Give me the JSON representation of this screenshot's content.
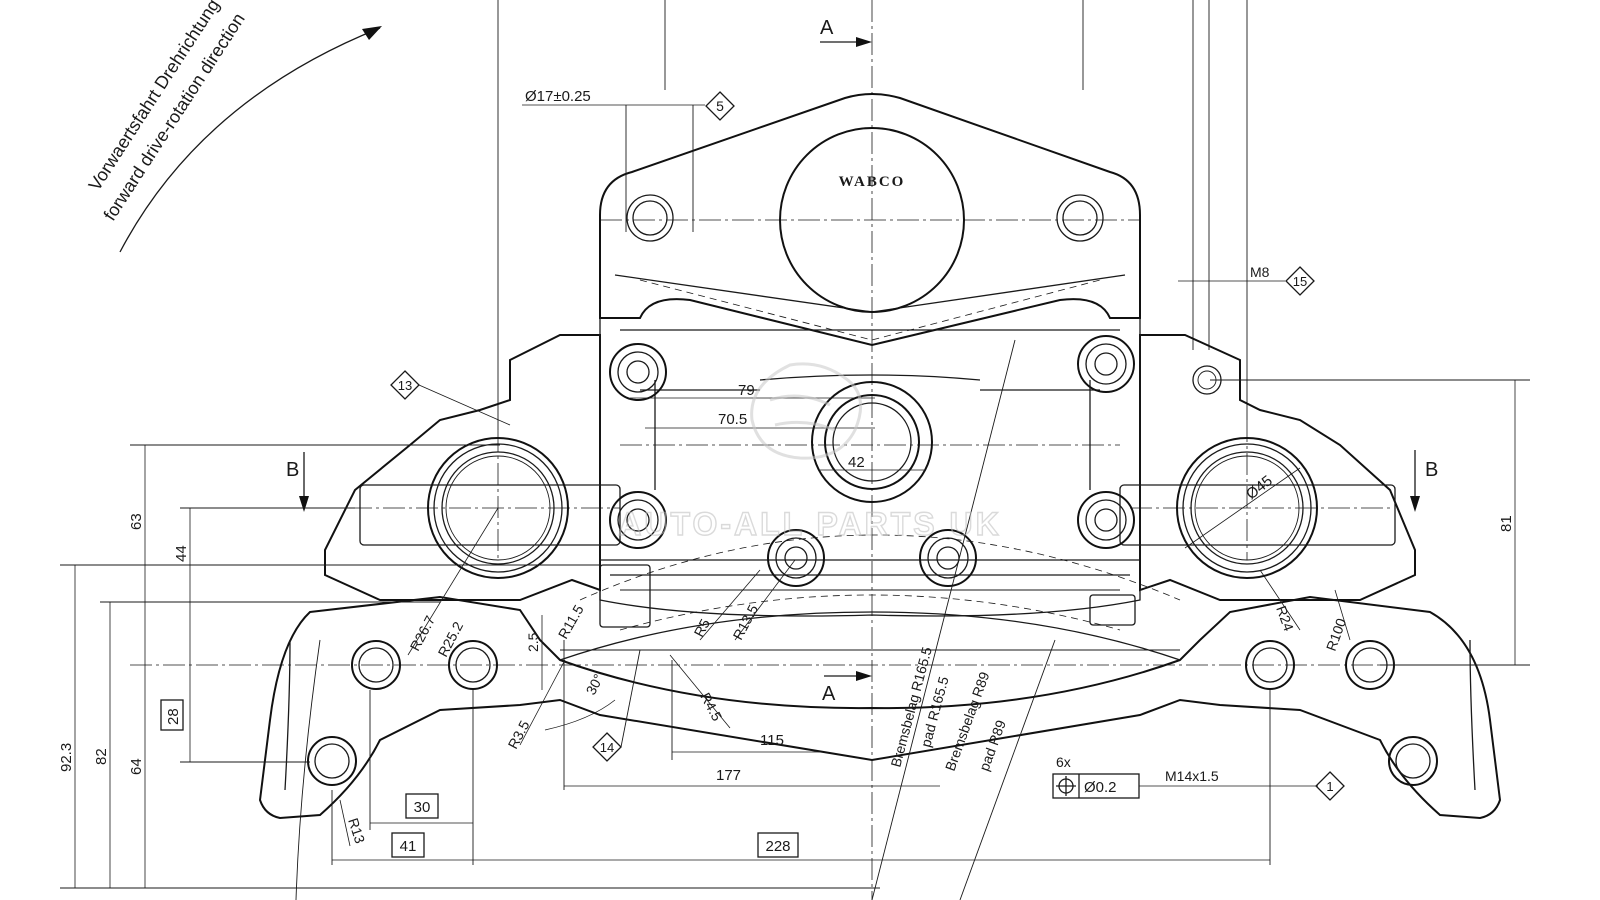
{
  "rotation_note": {
    "line1": "Vorwaertsfahrt Drehrichtung",
    "line2": "forward drive-rotation direction"
  },
  "section_labels": {
    "a_top": "A",
    "a_bottom": "A",
    "b_left": "B",
    "b_right": "B"
  },
  "logo_text": "WABCO",
  "watermark_text": "AUTO-ALL PARTS UK",
  "callouts": {
    "c5": "5",
    "c15": "15",
    "c13": "13",
    "c14": "14",
    "c1": "1"
  },
  "dimensions": {
    "hole_dia": "Ø17±0.25",
    "thread_m8": "M8",
    "d79": "79",
    "d70_5": "70.5",
    "d42": "42",
    "d45": "Ø45",
    "d63": "63",
    "d44": "44",
    "d81": "81",
    "d28": "28",
    "d92_3": "92.3",
    "d82": "82",
    "d64": "64",
    "r26_7": "R26.7",
    "r25_2": "R25.2",
    "r11_5": "R11.5",
    "d2_5": "2.5",
    "a30deg": "30°",
    "r3_5": "R3.5",
    "r4_5": "R4.5",
    "r5": "R5",
    "r13_5": "R13.5",
    "r24": "R24",
    "r100": "R100",
    "r13": "R13",
    "d115": "115",
    "d177": "177",
    "d30": "30",
    "d41": "41",
    "d228": "228",
    "bremsbelag1": "Bremsbelag R165.5",
    "pad1": "pad R165.5",
    "bremsbelag2": "Bremsbelag R89",
    "pad2": "pad R89",
    "six_x": "6x",
    "position_tol": "Ø0.2",
    "thread_m14": "M14x1.5"
  }
}
